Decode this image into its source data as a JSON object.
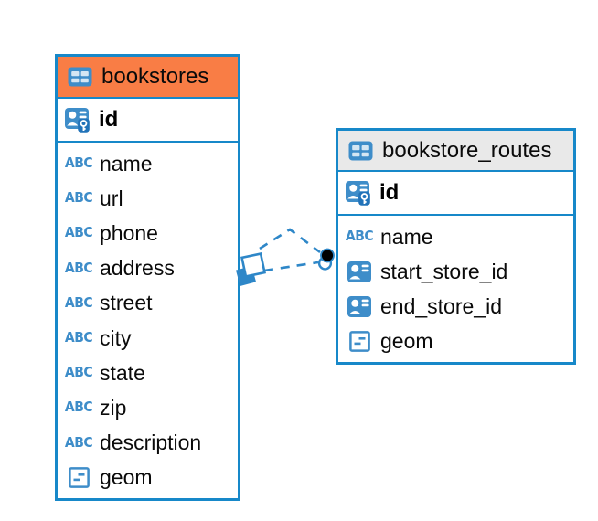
{
  "diagram": {
    "tables": [
      {
        "name": "bookstores",
        "selected": true,
        "primary_key": {
          "name": "id",
          "type": "primary-key"
        },
        "columns": [
          {
            "name": "name",
            "type": "text"
          },
          {
            "name": "url",
            "type": "text"
          },
          {
            "name": "phone",
            "type": "text"
          },
          {
            "name": "address",
            "type": "text"
          },
          {
            "name": "street",
            "type": "text"
          },
          {
            "name": "city",
            "type": "text"
          },
          {
            "name": "state",
            "type": "text"
          },
          {
            "name": "zip",
            "type": "text"
          },
          {
            "name": "description",
            "type": "text"
          },
          {
            "name": "geom",
            "type": "geometry"
          }
        ]
      },
      {
        "name": "bookstore_routes",
        "selected": false,
        "primary_key": {
          "name": "id",
          "type": "primary-key"
        },
        "columns": [
          {
            "name": "name",
            "type": "text"
          },
          {
            "name": "start_store_id",
            "type": "reference"
          },
          {
            "name": "end_store_id",
            "type": "reference"
          },
          {
            "name": "geom",
            "type": "geometry"
          }
        ]
      }
    ],
    "relationship": {
      "from_table": "bookstore_routes",
      "to_table": "bookstores",
      "style": "dashed"
    },
    "icons": {
      "text_type_glyph": "ABC"
    },
    "colors": {
      "accent_blue": "#1788C9",
      "icon_blue": "#3E8DC9",
      "key_badge_blue": "#2273B9",
      "selected_header_orange": "#F97D45",
      "header_gray": "#E9E9E9",
      "connector_blue": "#2E87C8"
    }
  }
}
